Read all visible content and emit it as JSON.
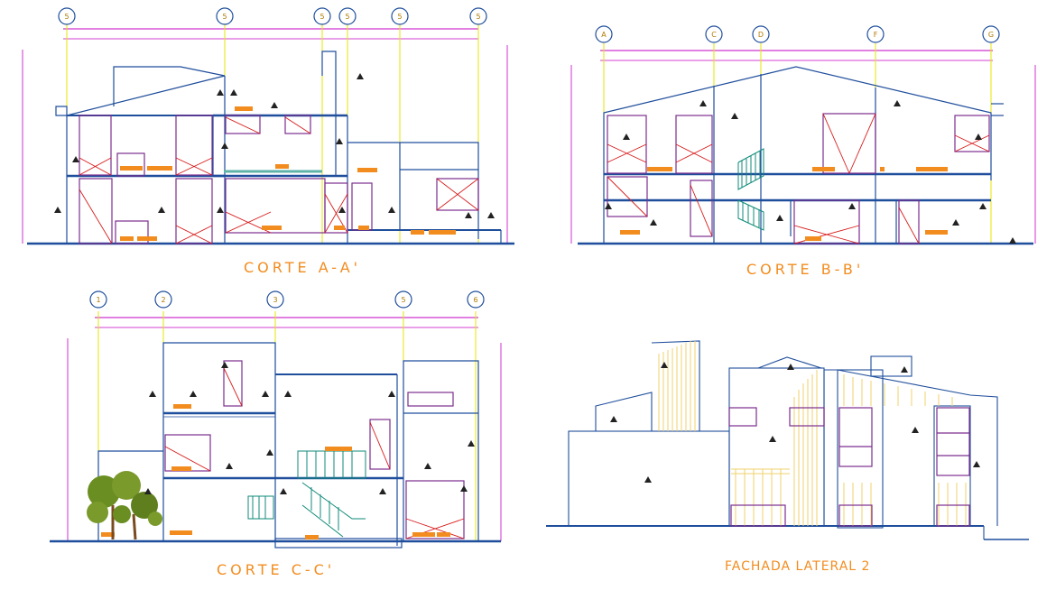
{
  "drawing_titles": {
    "section_a": "CORTE A-A'",
    "section_b": "CORTE B-B'",
    "section_c": "CORTE C-C'",
    "facade": "FACHADA LATERAL 2"
  },
  "grid_axes": {
    "section_a": [
      "5",
      "5",
      "5",
      "5",
      "5",
      "5"
    ],
    "section_b": [
      "A",
      "C",
      "D",
      "F",
      "G"
    ],
    "section_c": [
      "1",
      "2",
      "3",
      "5",
      "6"
    ]
  },
  "colors": {
    "wall": "#1f4e9c",
    "window": "#7b2d8e",
    "cross": "#d81b1b",
    "axis": "#e6e600",
    "dimension": "#c400c4",
    "label": "#f28c1e",
    "hatch": "#f2d26b",
    "stair": "#0f8a7a",
    "tree": "#6b8e23"
  }
}
